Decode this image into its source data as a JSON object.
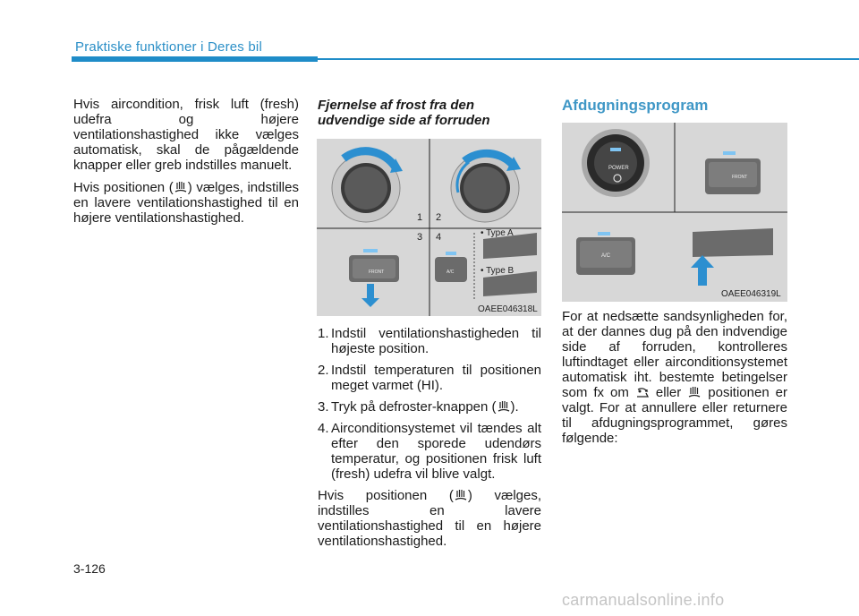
{
  "header": {
    "title": "Praktiske funktioner i Deres bil"
  },
  "col1": {
    "p1": "Hvis aircondition, frisk luft (fresh) udefra og højere ventilationshastighed ikke vælges automatisk, skal de pågældende knapper eller greb indstilles manuelt.",
    "p2_before": "Hvis positionen (",
    "p2_after": ") vælges, indstilles en lavere ventilationshastighed til en højere ventilationshastighed.",
    "icon": "defrost-icon"
  },
  "col2": {
    "title": "Fjernelse af frost fra den udvendige side af forruden",
    "figure": {
      "code": "OAEE046318L",
      "labels": [
        "1",
        "2",
        "3",
        "4"
      ],
      "type_a": "• Type A",
      "type_b": "• Type B",
      "btn_front": "FRONT",
      "btn_ac": "A/C"
    },
    "steps": [
      {
        "num": "1.",
        "text": "Indstil ventilationshastigheden til højeste position."
      },
      {
        "num": "2.",
        "text": "Indstil temperaturen til positionen meget varmet (HI)."
      },
      {
        "num": "3.",
        "text_before": "Tryk på defroster-knappen (",
        "text_after": ")."
      },
      {
        "num": "4.",
        "text": "Airconditionsystemet vil tændes alt efter den sporede udendørs temperatur, og positionen frisk luft (fresh) udefra vil blive valgt."
      }
    ],
    "p_before": "Hvis positionen (",
    "p_after": ") vælges, indstilles en lavere ventilationshastighed til en højere ventilationshastighed."
  },
  "col3": {
    "title": "Afdugningsprogram",
    "figure": {
      "code": "OAEE046319L",
      "power": "POWER",
      "btn_front": "FRONT",
      "btn_ac": "A/C"
    },
    "p_part1": "For at nedsætte sandsynligheden for, at der dannes dug på den indvendige side af forruden, kontrolleres luftindtaget eller airconditionsystemet automatisk iht. bestemte betingelser som fx om",
    "p_part2": "eller",
    "p_part3": "positionen er valgt. For at annullere eller returnere til afdugningsprogrammet, gøres følgende:"
  },
  "footer": {
    "page": "3-126",
    "watermark": "carmanualsonline.info"
  },
  "colors": {
    "accent": "#1f8cc8",
    "heading_blue": "#3f97c6",
    "figure_bg": "#d7d7d7"
  }
}
